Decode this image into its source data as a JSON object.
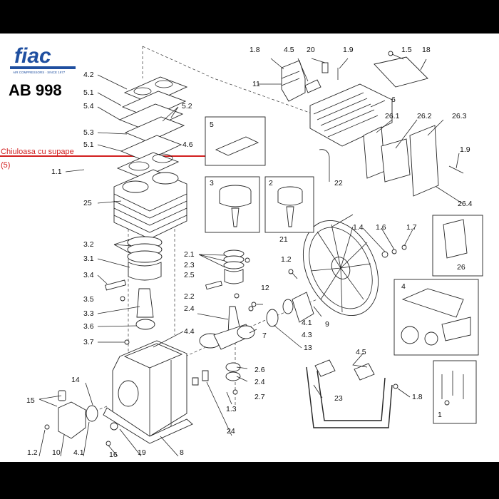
{
  "brand": {
    "name": "fiac",
    "tagline": "AIR COMPRESSORS · SINCE 1977"
  },
  "model": "AB 998",
  "annotation": {
    "line1": "Chiuloasa cu supape",
    "line2": "(5)",
    "color": "#d21f1f"
  },
  "callouts": [
    {
      "id": "l-1-8a",
      "text": "1.8"
    },
    {
      "id": "l-4-5a",
      "text": "4.5"
    },
    {
      "id": "l-20",
      "text": "20"
    },
    {
      "id": "l-1-9a",
      "text": "1.9"
    },
    {
      "id": "l-1-5",
      "text": "1.5"
    },
    {
      "id": "l-18",
      "text": "18"
    },
    {
      "id": "l-11",
      "text": "11"
    },
    {
      "id": "l-6",
      "text": "6"
    },
    {
      "id": "l-26-1",
      "text": "26.1"
    },
    {
      "id": "l-26-2",
      "text": "26.2"
    },
    {
      "id": "l-26-3",
      "text": "26.3"
    },
    {
      "id": "l-1-9b",
      "text": "1.9"
    },
    {
      "id": "l-26-4",
      "text": "26.4"
    },
    {
      "id": "l-22",
      "text": "22"
    },
    {
      "id": "l-4-2",
      "text": "4.2"
    },
    {
      "id": "l-5-1a",
      "text": "5.1"
    },
    {
      "id": "l-5-4",
      "text": "5.4"
    },
    {
      "id": "l-5-2",
      "text": "5.2"
    },
    {
      "id": "l-5-3",
      "text": "5.3"
    },
    {
      "id": "l-5-1b",
      "text": "5.1"
    },
    {
      "id": "l-4-6",
      "text": "4.6"
    },
    {
      "id": "l-1-1",
      "text": "1.1"
    },
    {
      "id": "l-25",
      "text": "25"
    },
    {
      "id": "l-3-2",
      "text": "3.2"
    },
    {
      "id": "l-3-1",
      "text": "3.1"
    },
    {
      "id": "l-3-4",
      "text": "3.4"
    },
    {
      "id": "l-3-5",
      "text": "3.5"
    },
    {
      "id": "l-3-3",
      "text": "3.3"
    },
    {
      "id": "l-3-6",
      "text": "3.6"
    },
    {
      "id": "l-3-7",
      "text": "3.7"
    },
    {
      "id": "l-2-1",
      "text": "2.1"
    },
    {
      "id": "l-2-3",
      "text": "2.3"
    },
    {
      "id": "l-2-5",
      "text": "2.5"
    },
    {
      "id": "l-2-2",
      "text": "2.2"
    },
    {
      "id": "l-2-4a",
      "text": "2.4"
    },
    {
      "id": "l-4-4",
      "text": "4.4"
    },
    {
      "id": "l-12",
      "text": "12"
    },
    {
      "id": "l-1-2a",
      "text": "1.2"
    },
    {
      "id": "l-21",
      "text": "21"
    },
    {
      "id": "l-1-4",
      "text": "1.4"
    },
    {
      "id": "l-1-6",
      "text": "1.6"
    },
    {
      "id": "l-1-7",
      "text": "1.7"
    },
    {
      "id": "l-26",
      "text": "26"
    },
    {
      "id": "l-4",
      "text": "4"
    },
    {
      "id": "l-9",
      "text": "9"
    },
    {
      "id": "l-4-1a",
      "text": "4.1"
    },
    {
      "id": "l-4-3",
      "text": "4.3"
    },
    {
      "id": "l-13",
      "text": "13"
    },
    {
      "id": "l-7",
      "text": "7"
    },
    {
      "id": "l-2-6",
      "text": "2.6"
    },
    {
      "id": "l-2-4b",
      "text": "2.4"
    },
    {
      "id": "l-2-7",
      "text": "2.7"
    },
    {
      "id": "l-1-3",
      "text": "1.3"
    },
    {
      "id": "l-24",
      "text": "24"
    },
    {
      "id": "l-4-5b",
      "text": "4.5"
    },
    {
      "id": "l-23",
      "text": "23"
    },
    {
      "id": "l-1-8b",
      "text": "1.8"
    },
    {
      "id": "l-1",
      "text": "1"
    },
    {
      "id": "l-14",
      "text": "14"
    },
    {
      "id": "l-15",
      "text": "15"
    },
    {
      "id": "l-1-2b",
      "text": "1.2"
    },
    {
      "id": "l-10",
      "text": "10"
    },
    {
      "id": "l-4-1b",
      "text": "4.1"
    },
    {
      "id": "l-16",
      "text": "16"
    },
    {
      "id": "l-19",
      "text": "19"
    },
    {
      "id": "l-8",
      "text": "8"
    },
    {
      "id": "box-5",
      "text": "5"
    },
    {
      "id": "box-3",
      "text": "3"
    },
    {
      "id": "box-2",
      "text": "2"
    }
  ]
}
